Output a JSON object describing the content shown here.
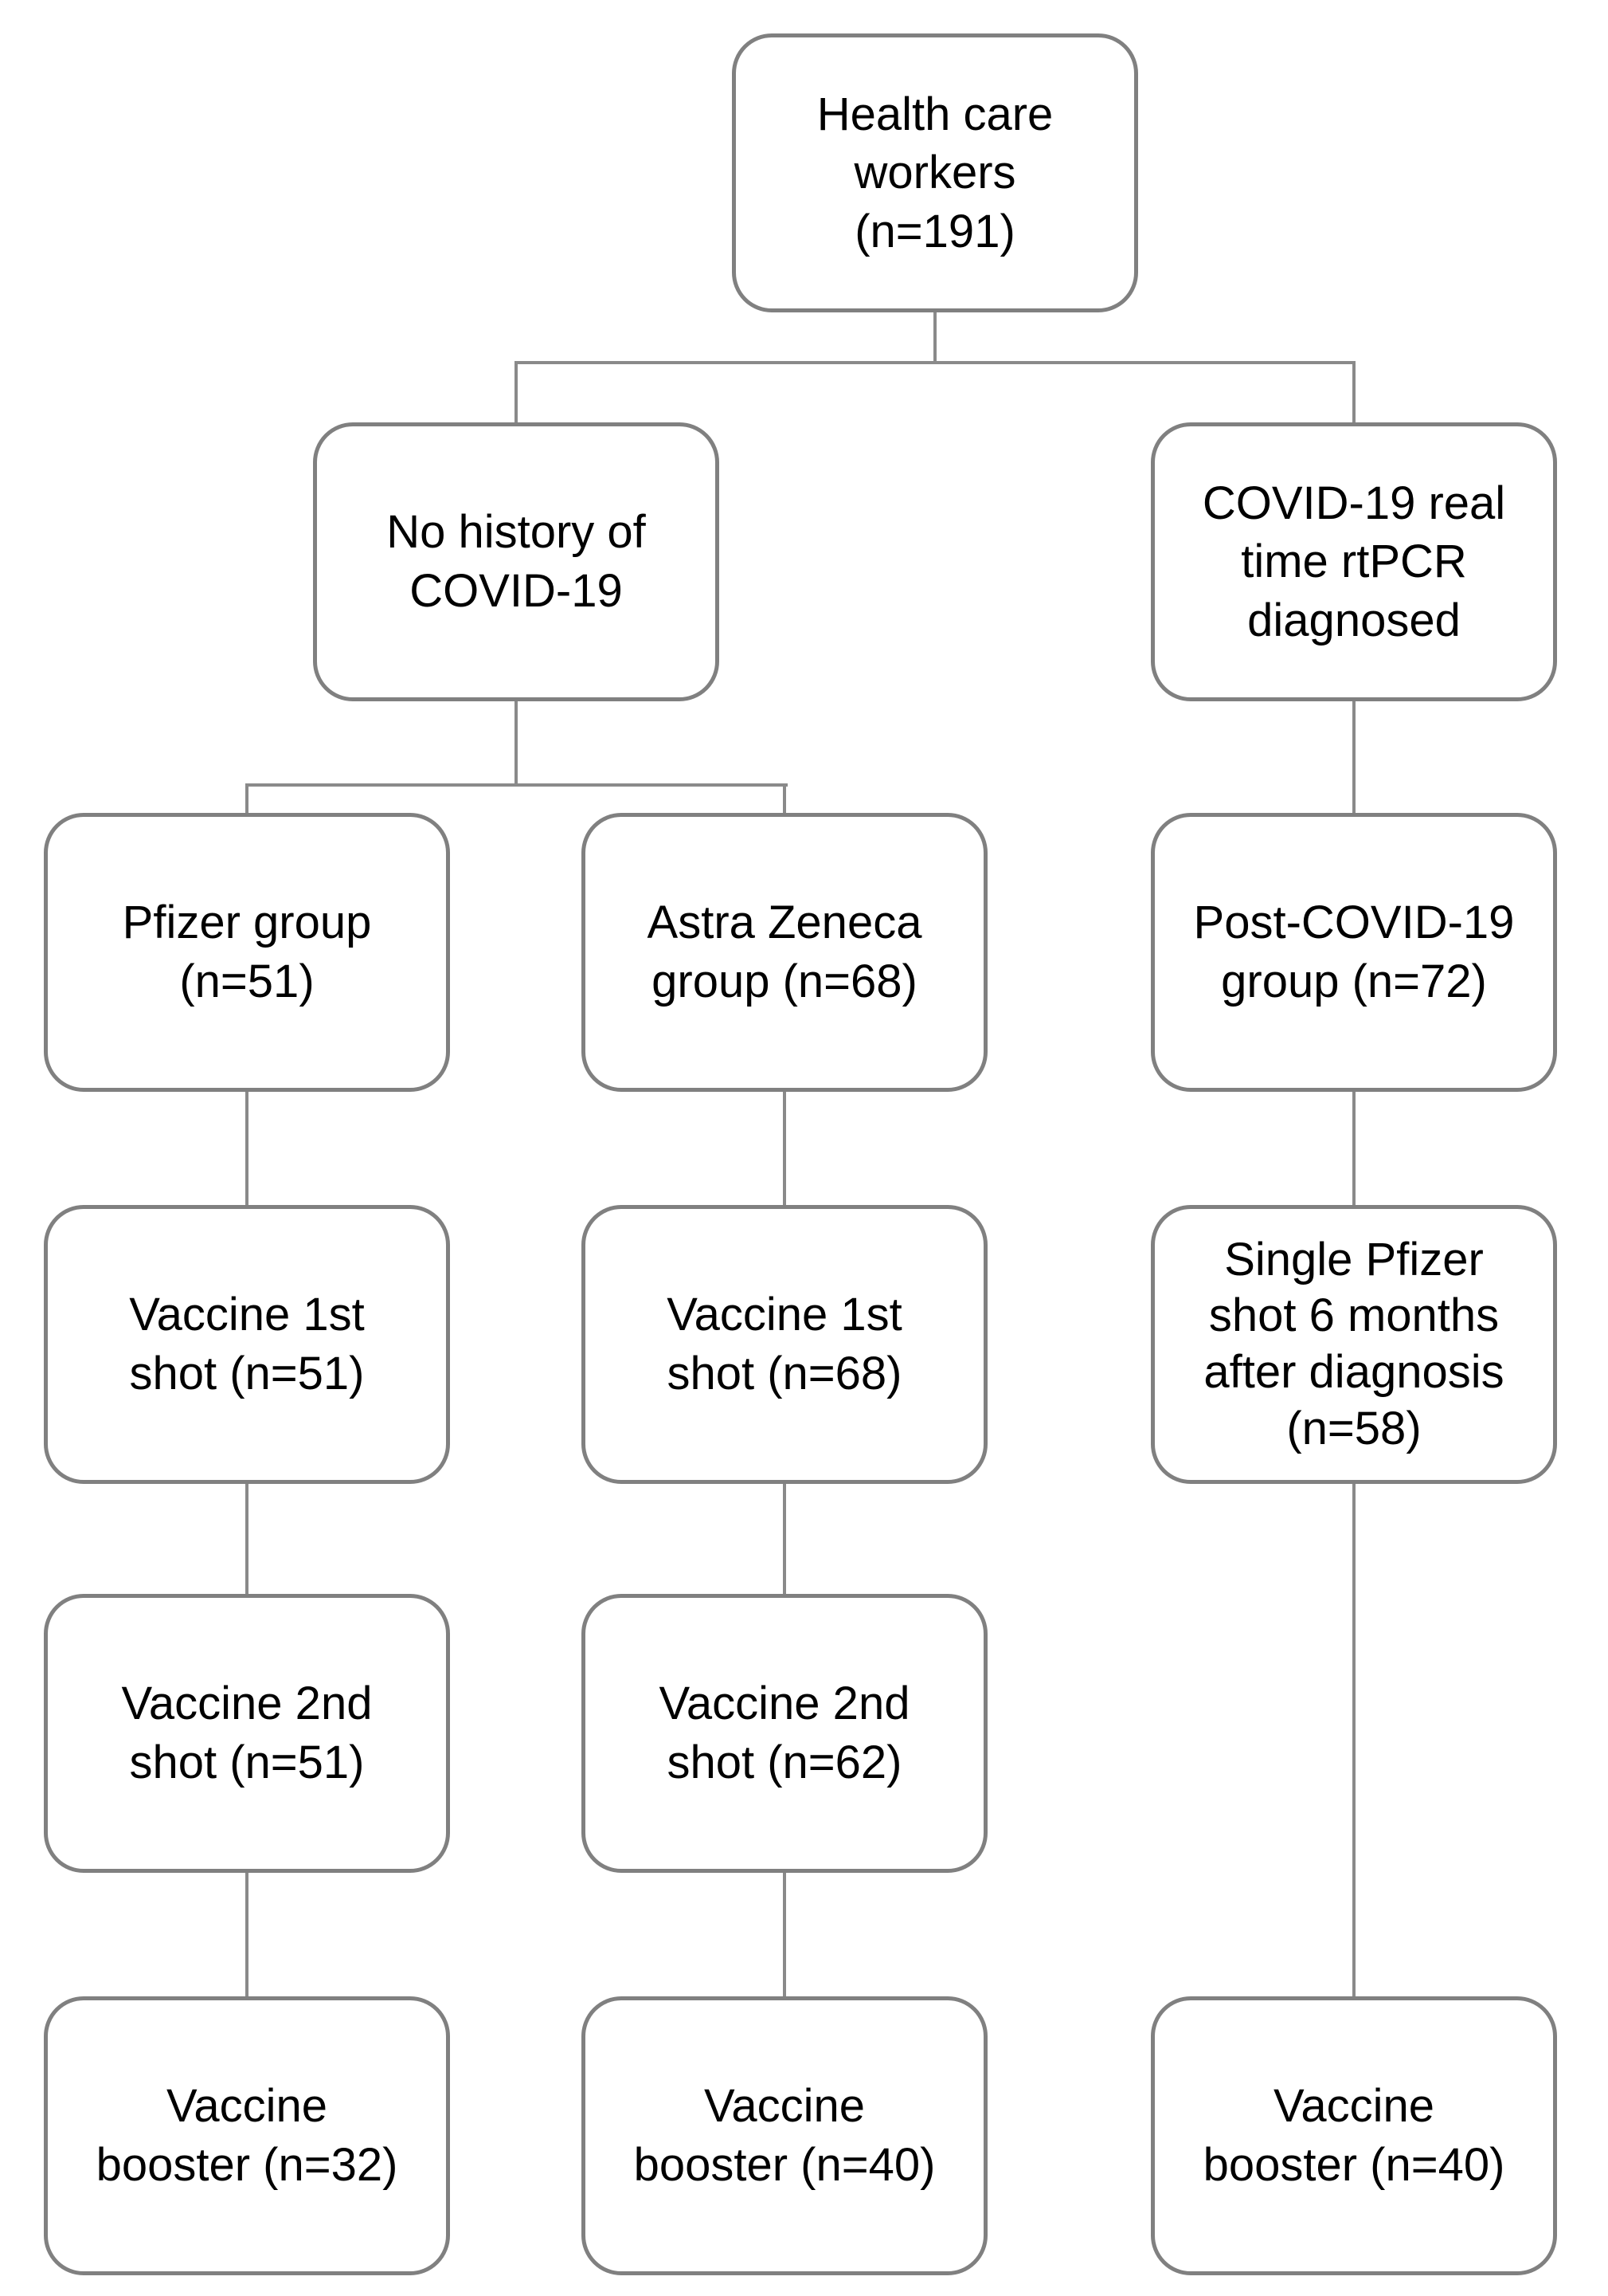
{
  "diagram": {
    "type": "flowchart",
    "description": "Study enrollment flow diagram of health care workers by COVID-19 history and vaccine group",
    "colors": {
      "background": "#ffffff",
      "box_fill": "#ffffff",
      "box_border": "#808080",
      "connector": "#8a8a8a",
      "text": "#000000"
    },
    "nodes": [
      {
        "id": "health-care-workers",
        "label": "Health care\nworkers\n(n=191)",
        "n": 191
      },
      {
        "id": "no-history-covid",
        "label": "No history of\nCOVID-19"
      },
      {
        "id": "rtpcr-diagnosed",
        "label": "COVID-19 real\ntime rtPCR\ndiagnosed"
      },
      {
        "id": "pfizer-group",
        "label": "Pfizer group\n(n=51)",
        "n": 51
      },
      {
        "id": "astra-zeneca-group",
        "label": "Astra Zeneca\ngroup (n=68)",
        "n": 68
      },
      {
        "id": "post-covid-group",
        "label": "Post-COVID-19\ngroup (n=72)",
        "n": 72
      },
      {
        "id": "pfizer-shot1",
        "label": "Vaccine 1st\nshot (n=51)",
        "n": 51
      },
      {
        "id": "az-shot1",
        "label": "Vaccine 1st\nshot (n=68)",
        "n": 68
      },
      {
        "id": "postcovid-single-shot",
        "label": "Single Pfizer\nshot 6 months\nafter diagnosis\n(n=58)",
        "n": 58
      },
      {
        "id": "pfizer-shot2",
        "label": "Vaccine 2nd\nshot (n=51)",
        "n": 51
      },
      {
        "id": "az-shot2",
        "label": "Vaccine 2nd\nshot (n=62)",
        "n": 62
      },
      {
        "id": "pfizer-booster",
        "label": "Vaccine\nbooster (n=32)",
        "n": 32
      },
      {
        "id": "az-booster",
        "label": "Vaccine\nbooster (n=40)",
        "n": 40
      },
      {
        "id": "postcovid-booster",
        "label": "Vaccine\nbooster (n=40)",
        "n": 40
      }
    ],
    "edges": [
      {
        "from": "health-care-workers",
        "to": "no-history-covid"
      },
      {
        "from": "health-care-workers",
        "to": "rtpcr-diagnosed"
      },
      {
        "from": "no-history-covid",
        "to": "pfizer-group"
      },
      {
        "from": "no-history-covid",
        "to": "astra-zeneca-group"
      },
      {
        "from": "rtpcr-diagnosed",
        "to": "post-covid-group"
      },
      {
        "from": "pfizer-group",
        "to": "pfizer-shot1"
      },
      {
        "from": "astra-zeneca-group",
        "to": "az-shot1"
      },
      {
        "from": "post-covid-group",
        "to": "postcovid-single-shot"
      },
      {
        "from": "pfizer-shot1",
        "to": "pfizer-shot2"
      },
      {
        "from": "az-shot1",
        "to": "az-shot2"
      },
      {
        "from": "pfizer-shot2",
        "to": "pfizer-booster"
      },
      {
        "from": "az-shot2",
        "to": "az-booster"
      },
      {
        "from": "postcovid-single-shot",
        "to": "postcovid-booster"
      }
    ]
  }
}
